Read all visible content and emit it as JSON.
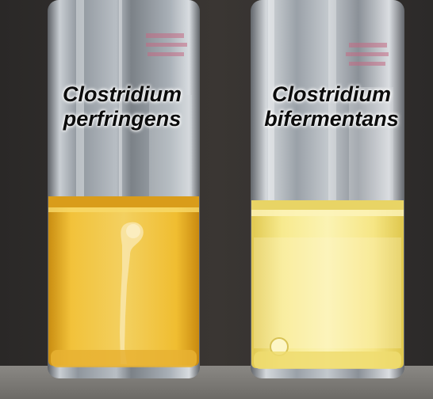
{
  "tubes": [
    {
      "genus": "Clostridium",
      "species": "perfringens",
      "liquid_color": "#efbd2c",
      "growth": "stab-line"
    },
    {
      "genus": "Clostridium",
      "species": "bifermentans",
      "liquid_color": "#f5e683",
      "growth": "none"
    }
  ],
  "colors": {
    "background": "#33302e",
    "bench": "#7e7c78",
    "glass": "#a9b0b8",
    "perfringens_medium": "#efbd2c",
    "bifermentans_medium": "#f5e683"
  }
}
